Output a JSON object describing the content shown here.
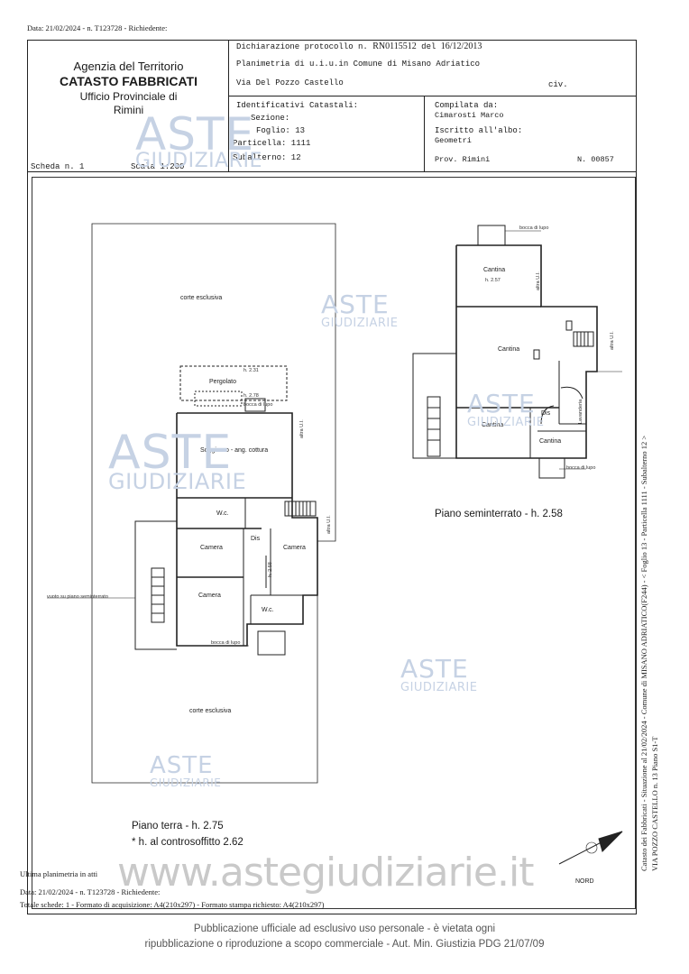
{
  "top_meta": "Data: 21/02/2024 - n. T123728 - Richiedente:",
  "agency": {
    "line1": "Agenzia del Territorio",
    "line2": "CATASTO FABBRICATI",
    "line3": "Ufficio Provinciale di",
    "line4": "Rimini"
  },
  "header": {
    "protocol_label": "Dichiarazione protocollo n.",
    "protocol_number": "RN0115512",
    "protocol_del": "del",
    "protocol_date": "16/12/2013",
    "plan_line": "Planimetria di u.i.u.in Comune di Misano Adriatico",
    "address": "Via Del Pozzo Castello",
    "civ": "civ.",
    "identificativi": "Identificativi Catastali:",
    "sezione": "Sezione:",
    "foglio": "Foglio: 13",
    "particella": "Particella: 1111",
    "subalterno": "Subalterno: 12",
    "compilata": "Compilata da:",
    "compilatore": "Cimarosti Marco",
    "iscritto": "Iscritto all'albo:",
    "albo": "Geometri",
    "prov": "Prov. Rimini",
    "numero": "N. 00857"
  },
  "scheda": "Scheda n. 1",
  "scala": "Scala 1:200",
  "watermark": {
    "aste": "ASTE",
    "giudiziarie": "GIUDIZIARIE",
    "site": "www.astegiudiziarie.it"
  },
  "ground_floor": {
    "corte_top": "corte esclusiva",
    "corte_bottom": "corte esclusiva",
    "pergolato": "Pergolato",
    "h231": "h. 2.31",
    "h278": "h. 2.78",
    "bocca_lupo_1": "bocca di lupo",
    "bocca_lupo_2": "bocca di lupo",
    "soggiorno": "Soggiorno - ang. cottura",
    "altra_ui_1": "altra U.I.",
    "altra_ui_2": "altra U.I.",
    "wc1": "W.c.",
    "wc2": "W.c.",
    "dis": "Dis",
    "camera1": "Camera",
    "camera2": "Camera",
    "camera3": "Camera",
    "h258": "h. 2.58",
    "vuoto": "vuoto su piano seminterrato",
    "title": "Piano terra - h. 2.75",
    "note": "* h. al controsoffitto 2.62"
  },
  "basement": {
    "bocca_lupo_top": "bocca di lupo",
    "bocca_lupo_bottom": "bocca di lupo",
    "cantina_top": "Cantina",
    "h257": "h. 2.57",
    "altra_ui_1": "altra U.I.",
    "altra_ui_2": "altra U.I.",
    "cantina_main": "Cantina",
    "cantina_left": "Cantina",
    "cantina_right": "Cantina",
    "dis": "Dis",
    "lavanderia": "Lavanderia",
    "title": "Piano seminterrato - h. 2.58"
  },
  "vertical_info": {
    "line1": "Catasto dei Fabbricati - Situazione al 21/02/2024 - Comune di MISANO ADRIATICO(F244) - < Foglio 13 - Particella 1111 - Subalterno 12 >",
    "line2": "VIA POZZO CASTELLO n. 13 Piano S1-T"
  },
  "nord": "NORD",
  "footer": {
    "ultima": "Ultima planimetria in atti",
    "data_line": "Data: 21/02/2024 - n. T123728 - Richiedente:",
    "totale": "Totale schede: 1 - Formato di acquisizione: A4(210x297) - Formato stampa richiesto: A4(210x297)",
    "pub1": "Pubblicazione ufficiale ad esclusivo uso personale - è vietata ogni",
    "pub2": "ripubblicazione o riproduzione a scopo commerciale - Aut. Min. Giustizia PDG 21/07/09"
  }
}
